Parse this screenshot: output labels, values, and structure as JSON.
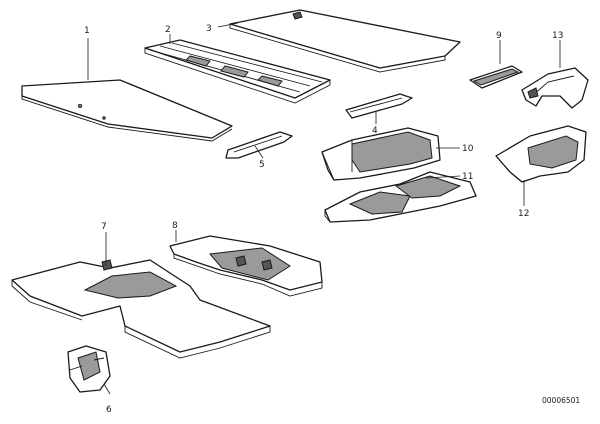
{
  "diagram": {
    "callouts": {
      "c1": "1",
      "c2": "2",
      "c3": "3",
      "c4": "4",
      "c5": "5",
      "c6": "6",
      "c7": "7",
      "c8": "8",
      "c9": "9",
      "c10": "10",
      "c11": "11",
      "c12": "12",
      "c13": "13"
    },
    "reference_number": "00006501"
  }
}
